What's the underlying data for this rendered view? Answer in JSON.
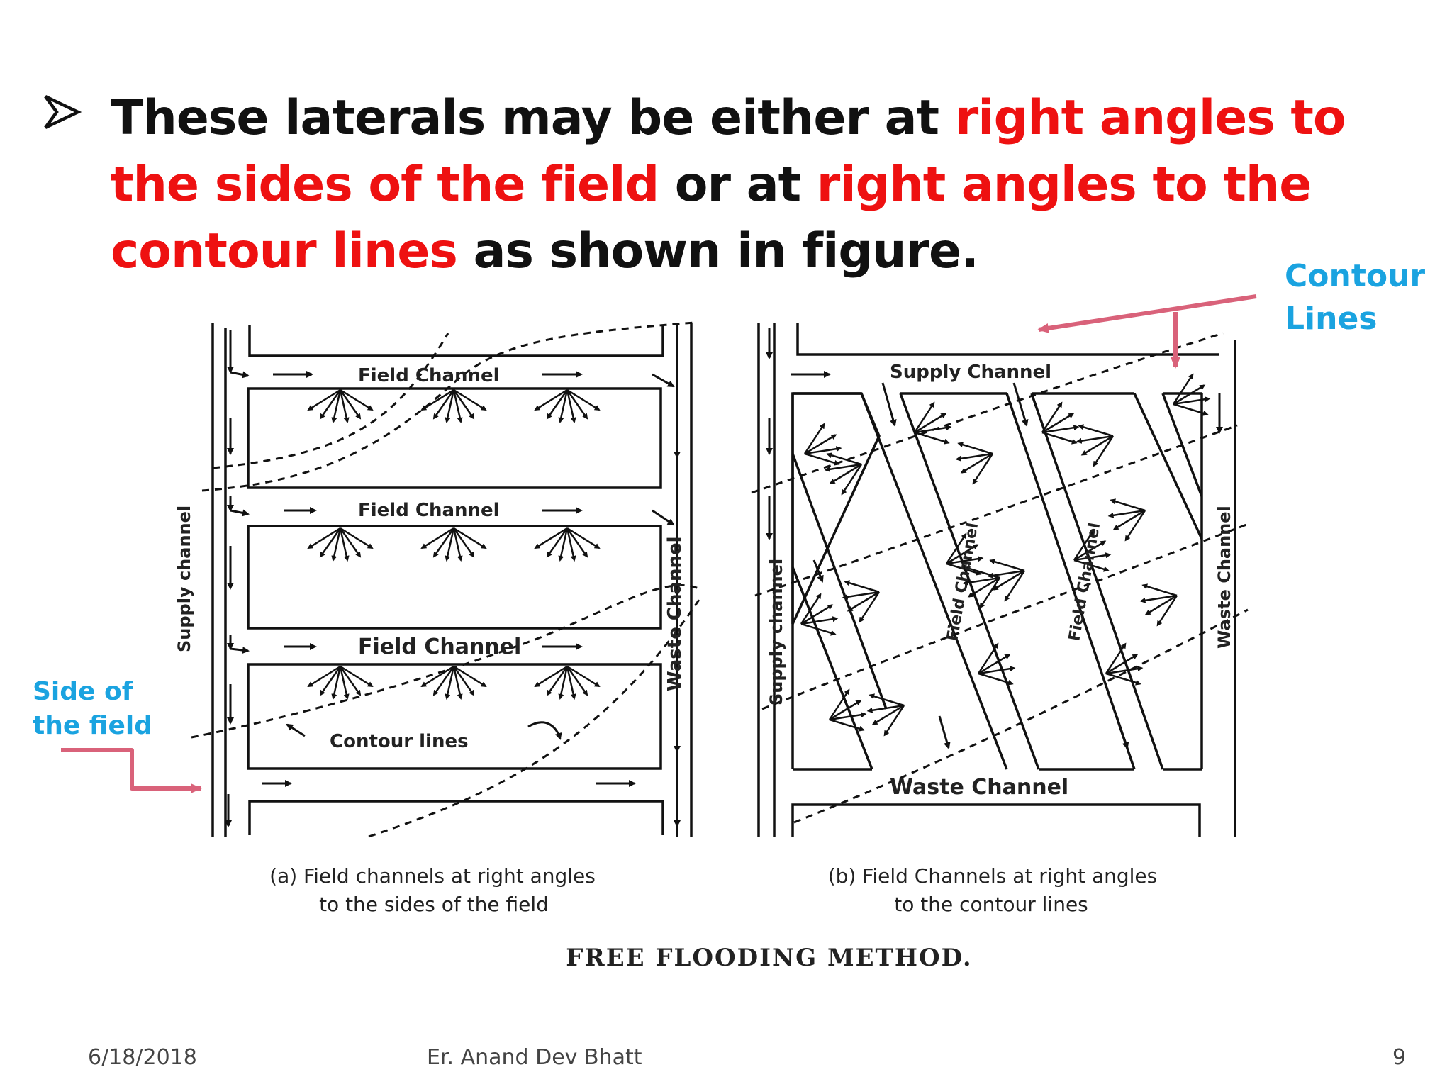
{
  "slide": {
    "bullet": "arrow-bullet-icon",
    "headline": {
      "part1": "These laterals may be either at ",
      "highlight1": "right angles to the sides of the field",
      "part2": " or at ",
      "highlight2": "right angles to the contour lines",
      "part3": " as shown in figure."
    },
    "colors": {
      "text": "#111111",
      "highlight": "#ee1111",
      "callout": "#1aa3e0",
      "callout_arrow": "#d9627a"
    },
    "callouts": {
      "contour_line1": "Contour",
      "contour_line2": "Lines",
      "side_line1": "Side of",
      "side_line2": "the field"
    }
  },
  "figure": {
    "a": {
      "field_channel_1": "Field Channel",
      "field_channel_2": "Field Channel",
      "field_channel_3": "Field Channel",
      "supply": "Supply channel",
      "waste": "Waste Channel",
      "contour": "Contour lines",
      "caption_line1": "(a) Field channels at right angles",
      "caption_line2": "to the sides of the field"
    },
    "b": {
      "supply_top": "Supply Channel",
      "supply_left": "Supply channel",
      "field_1": "Field Channel",
      "field_2": "Field Channel",
      "waste_right": "Waste Channel",
      "waste_bottom": "Waste Channel",
      "caption_line1": "(b) Field Channels at right angles",
      "caption_line2": "to the contour lines"
    },
    "title": "FREE FLOODING METHOD."
  },
  "footer": {
    "date": "6/18/2018",
    "author": "Er. Anand Dev Bhatt",
    "page": "9"
  }
}
